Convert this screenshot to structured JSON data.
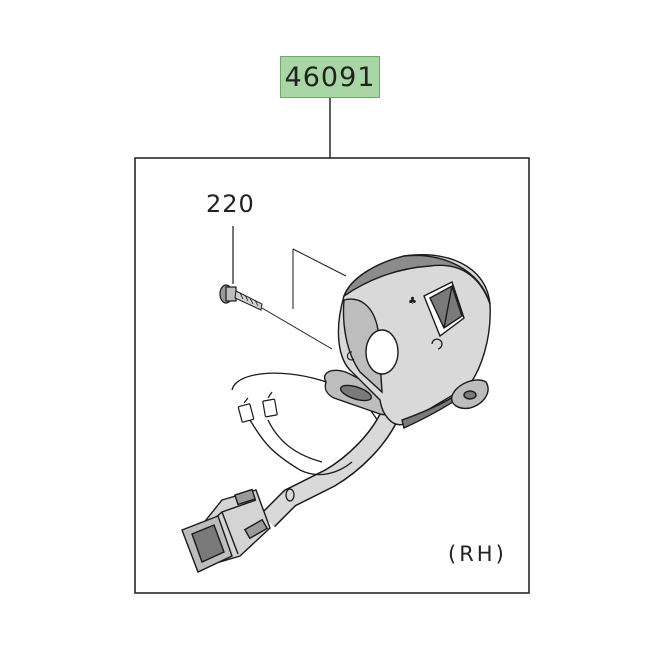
{
  "diagram": {
    "part_number": "46091",
    "bolt_part_number": "220",
    "side_note": "(RH)",
    "colors": {
      "label_fill": "#a9d6a5",
      "line": "#1a1a1a",
      "housing_fill": "#d9d9d9",
      "housing_dark": "#8c8c8c"
    }
  }
}
